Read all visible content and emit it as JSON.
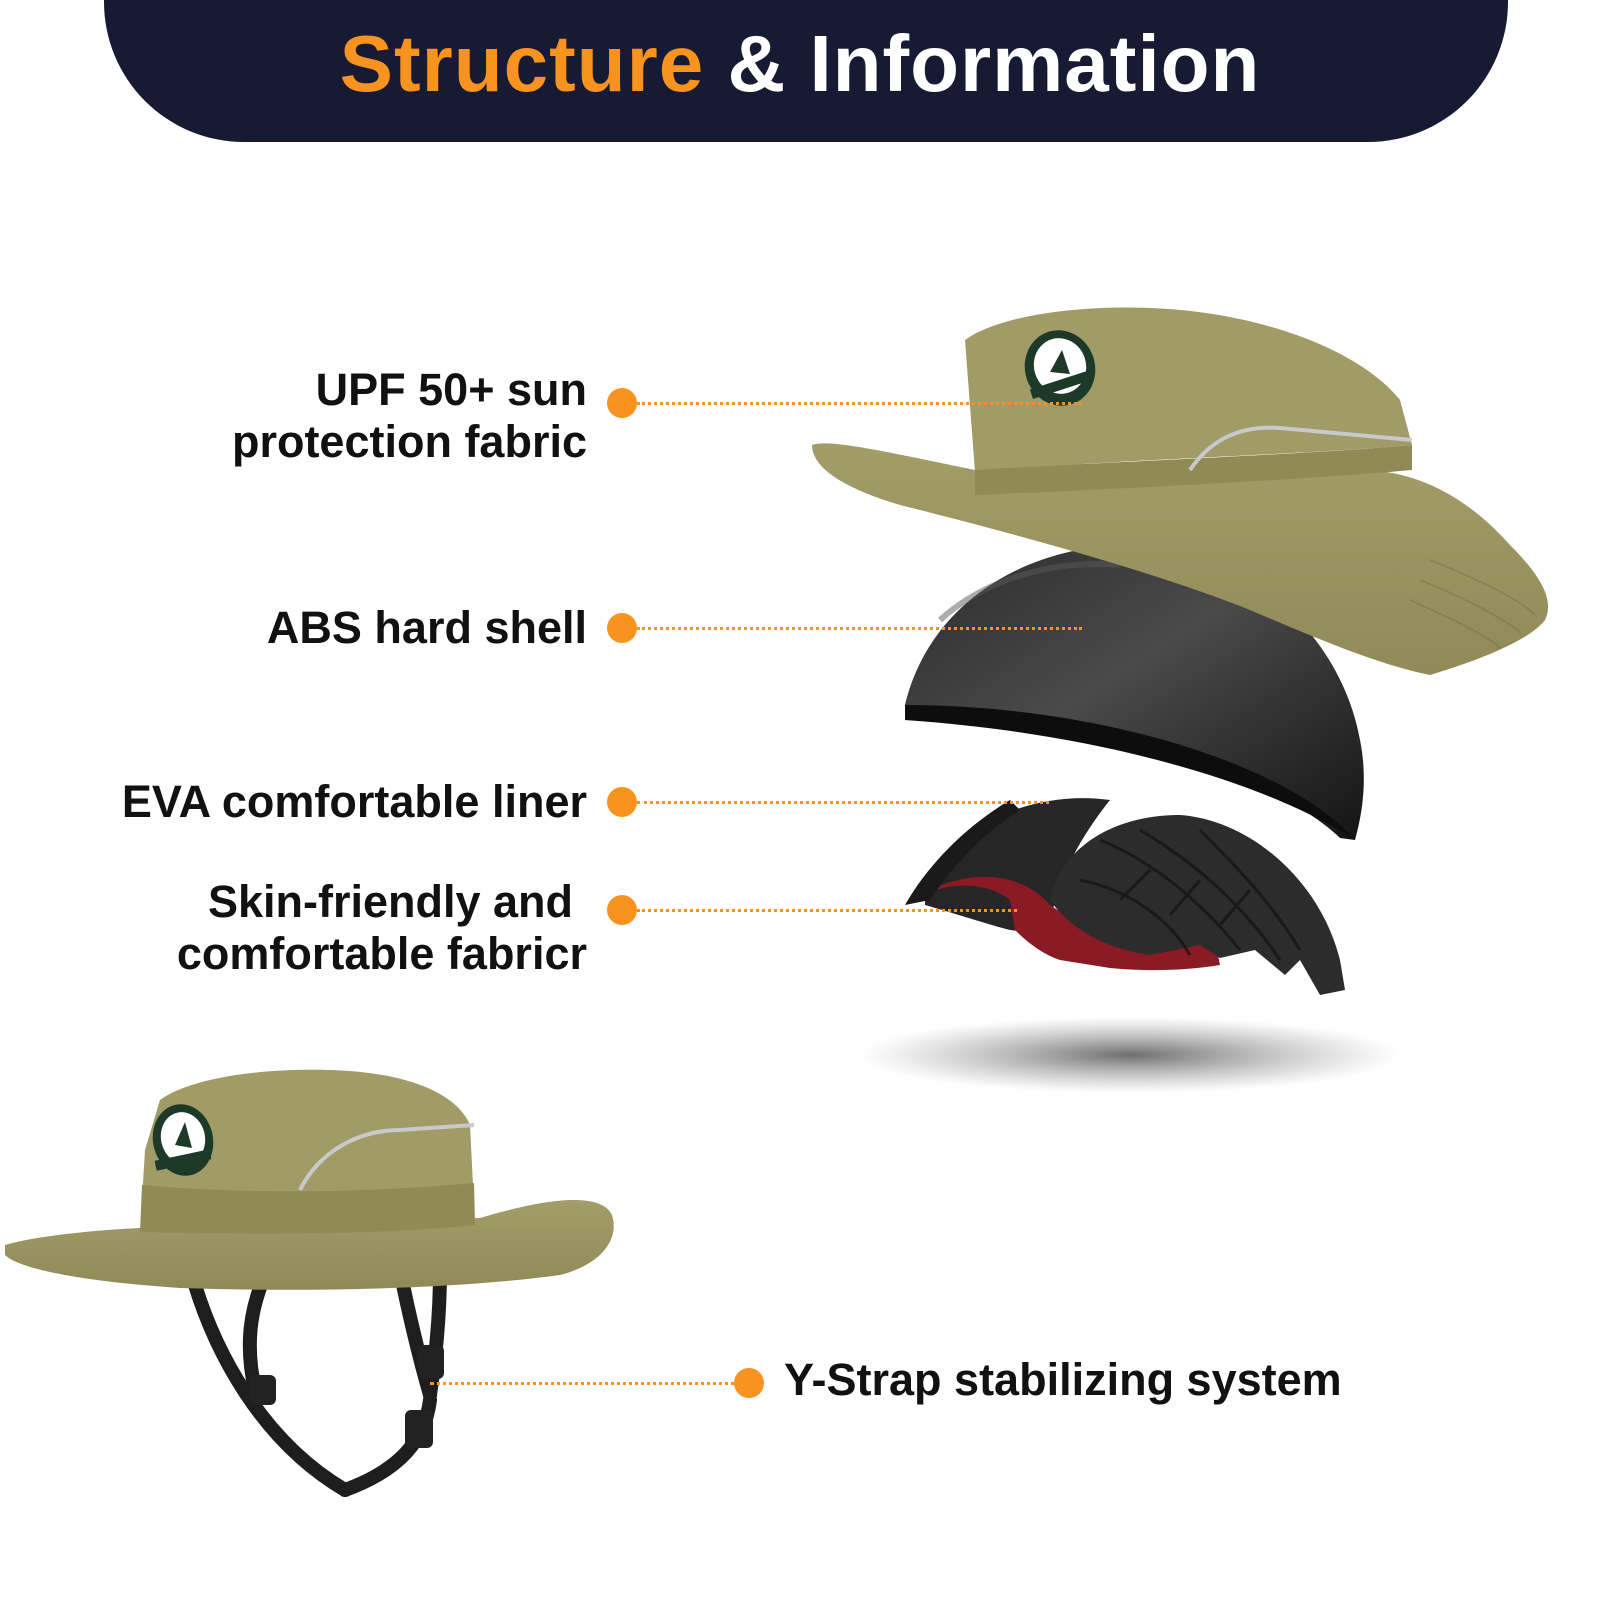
{
  "header": {
    "title_accent": "Structure",
    "title_rest": "& Information"
  },
  "features": [
    {
      "line1": "UPF 50+ sun",
      "line2": "protection fabric"
    },
    {
      "line1": "ABS hard shell"
    },
    {
      "line1": "EVA comfortable liner"
    },
    {
      "line1": "Skin-friendly and",
      "line2": "comfortable fabricr"
    },
    {
      "line1": "Y-Strap stabilizing system"
    }
  ],
  "colors": {
    "accent": "#f7931e",
    "banner": "#161b33",
    "hat": "#9c9763",
    "shell": "#1e1e1e",
    "liner_fabric": "#8a1a24"
  }
}
